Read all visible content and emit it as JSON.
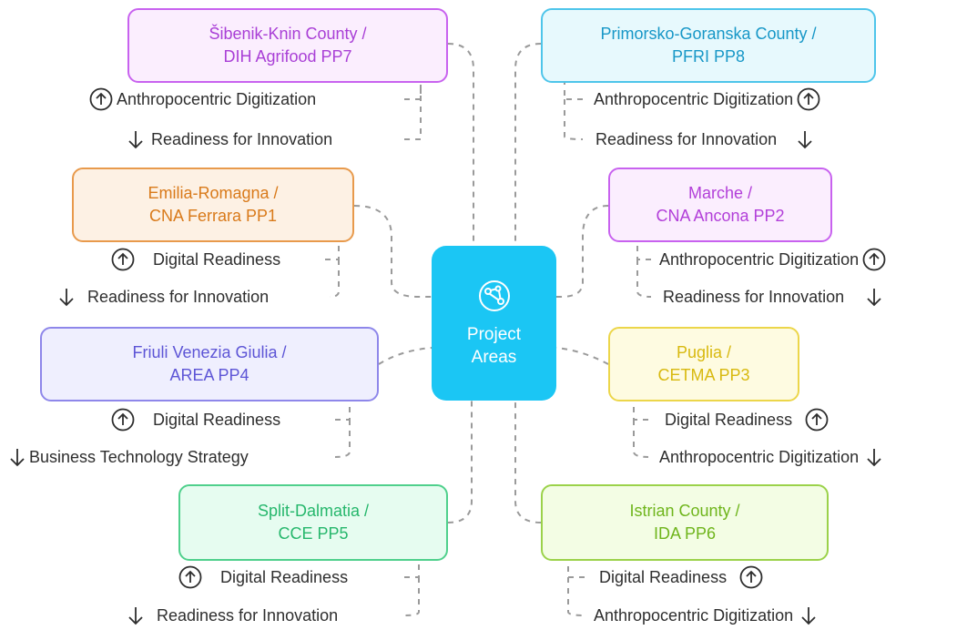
{
  "center": {
    "label_line1": "Project",
    "label_line2": "Areas",
    "icon": "network-globe-icon"
  },
  "nodes": [
    {
      "id": "pp7",
      "line1": "Šibenik-Knin County /",
      "line2": "DIH Agrifood PP7",
      "color": "#a93fd6",
      "fill": "#fbeefe",
      "border": "#c862ef",
      "attrs": [
        {
          "label": "Anthropocentric Digitization",
          "direction": "up"
        },
        {
          "label": "Readiness for Innovation",
          "direction": "down"
        }
      ]
    },
    {
      "id": "pp8",
      "line1": "Primorsko-Goranska County /",
      "line2": "PFRI PP8",
      "color": "#1797c7",
      "fill": "#e7f9fd",
      "border": "#4ec5ea",
      "attrs": [
        {
          "label": "Anthropocentric Digitization",
          "direction": "up"
        },
        {
          "label": "Readiness for Innovation",
          "direction": "down"
        }
      ]
    },
    {
      "id": "pp1",
      "line1": "Emilia-Romagna /",
      "line2": "CNA Ferrara PP1",
      "color": "#d97a1a",
      "fill": "#fdf1e4",
      "border": "#e89a4c",
      "attrs": [
        {
          "label": "Digital Readiness",
          "direction": "up"
        },
        {
          "label": "Readiness for Innovation",
          "direction": "down"
        }
      ]
    },
    {
      "id": "pp2",
      "line1": "Marche /",
      "line2": "CNA Ancona PP2",
      "color": "#b23fd9",
      "fill": "#fbeefe",
      "border": "#c862ef",
      "attrs": [
        {
          "label": "Anthropocentric Digitization",
          "direction": "up"
        },
        {
          "label": "Readiness for Innovation",
          "direction": "down"
        }
      ]
    },
    {
      "id": "pp4",
      "line1": "Friuli Venezia Giulia /",
      "line2": "AREA PP4",
      "color": "#5d55d6",
      "fill": "#efeffe",
      "border": "#8e87ea",
      "attrs": [
        {
          "label": "Digital Readiness",
          "direction": "up"
        },
        {
          "label": "Business Technology Strategy",
          "direction": "down"
        }
      ]
    },
    {
      "id": "pp3",
      "line1": "Puglia /",
      "line2": "CETMA PP3",
      "color": "#d8b90f",
      "fill": "#fefbe1",
      "border": "#ecd64a",
      "attrs": [
        {
          "label": "Digital Readiness",
          "direction": "up"
        },
        {
          "label": "Anthropocentric Digitization",
          "direction": "down"
        }
      ]
    },
    {
      "id": "pp5",
      "line1": "Split-Dalmatia /",
      "line2": "CCE PP5",
      "color": "#26b76c",
      "fill": "#e6fcf0",
      "border": "#4fd08c",
      "attrs": [
        {
          "label": "Digital Readiness",
          "direction": "up"
        },
        {
          "label": "Readiness for Innovation",
          "direction": "down"
        }
      ]
    },
    {
      "id": "pp6",
      "line1": "Istrian County /",
      "line2": "IDA PP6",
      "color": "#6fb51c",
      "fill": "#f3fde4",
      "border": "#9bd24a",
      "attrs": [
        {
          "label": "Digital Readiness",
          "direction": "up"
        },
        {
          "label": "Anthropocentric Digitization",
          "direction": "down"
        }
      ]
    }
  ],
  "icons": {
    "up": "arrow-up-circle-icon",
    "down": "arrow-down-icon"
  }
}
